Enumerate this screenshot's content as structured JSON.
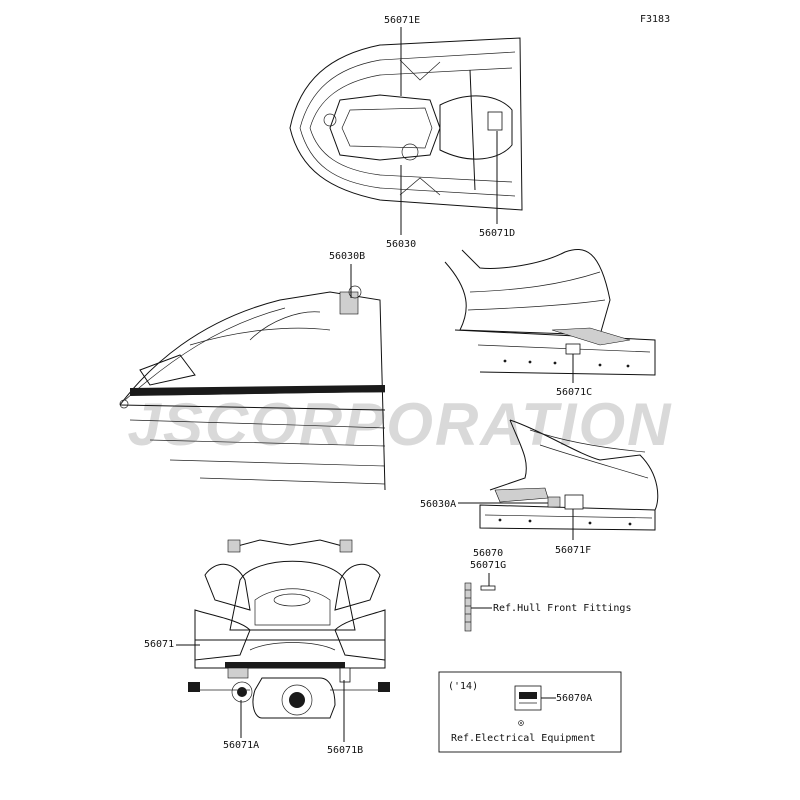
{
  "figure_code": "F3183",
  "watermark": "JSCORPORATION",
  "callouts": {
    "top_label_e": "56071E",
    "top_label_center": "56030",
    "top_label_d": "56071D",
    "bow_label": "56030B",
    "side_label_c": "56071C",
    "side_label_a": "56030A",
    "side_label_f": "56071F",
    "rear_label": "56071",
    "rear_label_a": "56071A",
    "rear_label_b": "56071B",
    "strip_label_1": "56070",
    "strip_label_2": "56071G"
  },
  "references": {
    "hull_front": "Ref.Hull Front Fittings",
    "electrical": "Ref.Electrical Equipment"
  },
  "inset": {
    "year": "('14)",
    "part": "56070A"
  }
}
